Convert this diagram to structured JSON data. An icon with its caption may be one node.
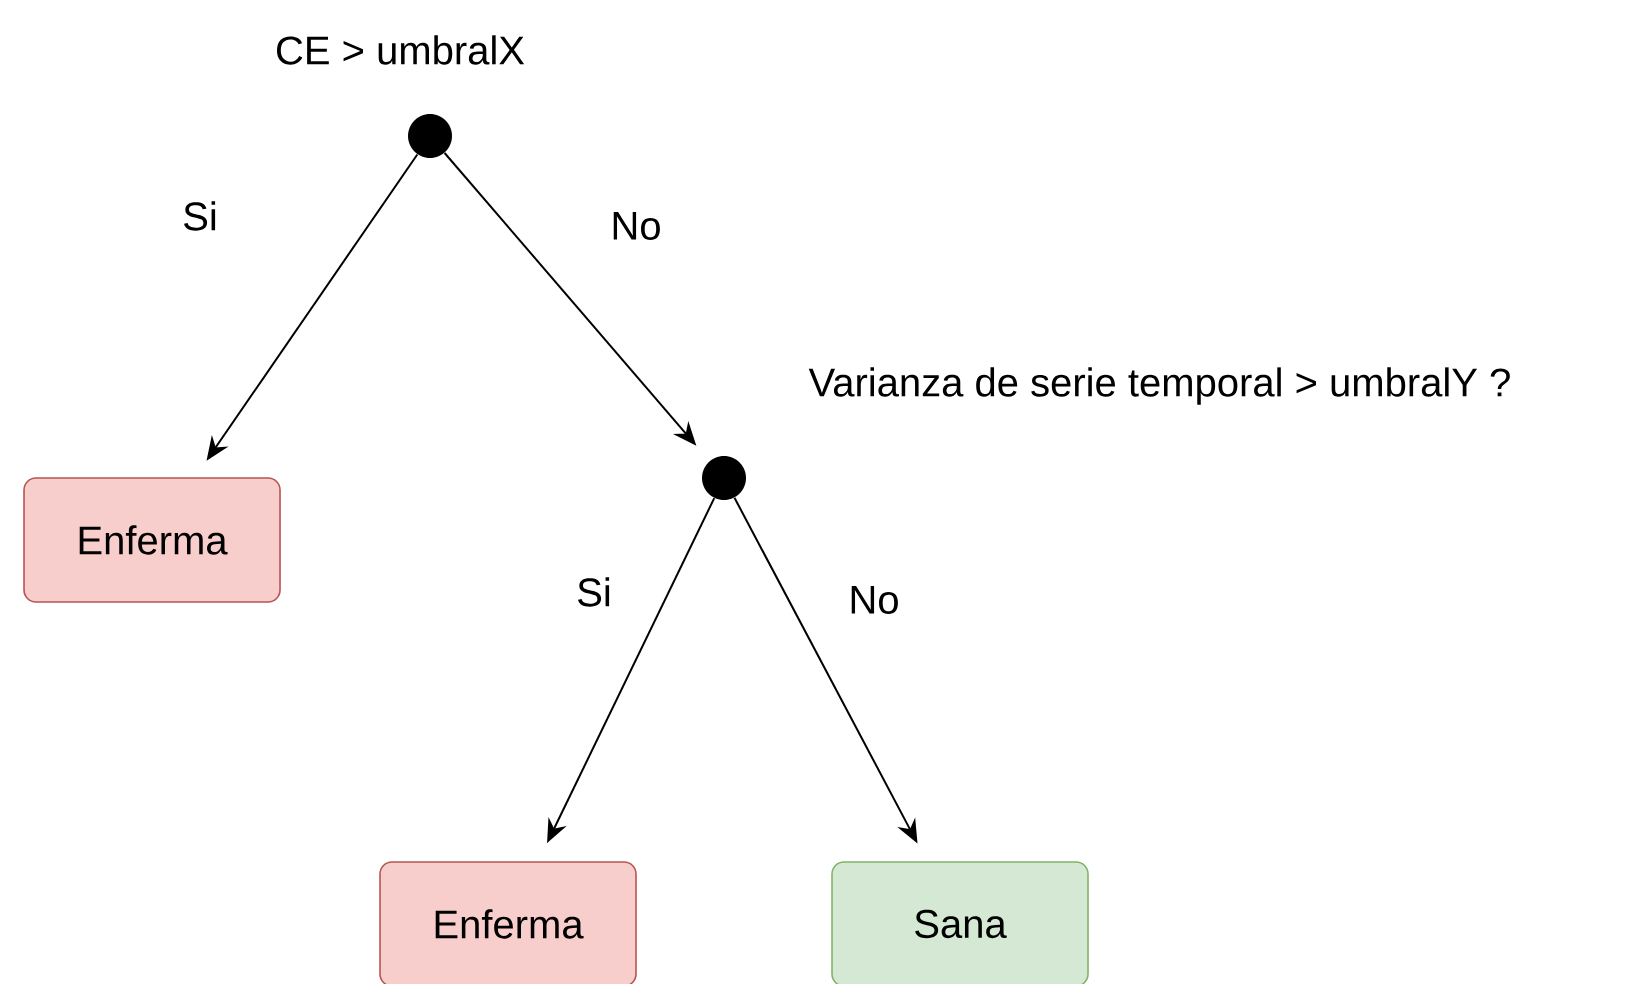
{
  "diagram": {
    "nodes": [
      {
        "text": [],
        "shape": "circle",
        "beside": [
          "CE > umbralX"
        ]
      },
      {
        "text": [
          "Enferma"
        ]
      },
      {
        "text": [],
        "shape": "circle",
        "beside": [
          "Varianza de serie temporal > umbralY ?"
        ]
      },
      {
        "text": [
          "Enferma"
        ]
      },
      {
        "text": [
          "Sana"
        ]
      }
    ],
    "edges": [
      {
        "from": 0,
        "to": 1,
        "arrow": "to",
        "label": "Si"
      },
      {
        "from": 0,
        "to": 2,
        "arrow": "to",
        "label": "No"
      },
      {
        "from": 2,
        "to": 3,
        "arrow": "to",
        "label": "Si"
      },
      {
        "from": 2,
        "to": 4,
        "arrow": "to",
        "label": "No"
      }
    ]
  }
}
